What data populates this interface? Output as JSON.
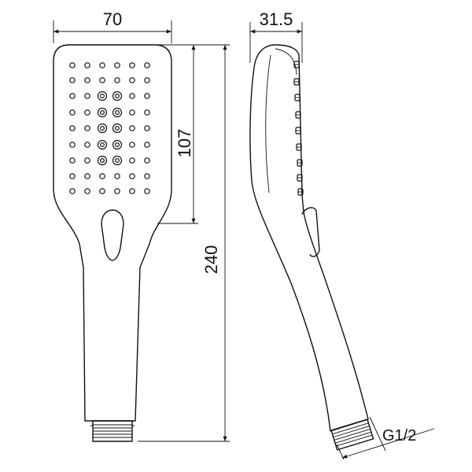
{
  "dimensions": {
    "width_front": "70",
    "depth_side": "31.5",
    "head_height": "107",
    "total_length": "240",
    "thread_size": "G1/2"
  },
  "colors": {
    "line": "#111111",
    "background": "#ffffff"
  }
}
